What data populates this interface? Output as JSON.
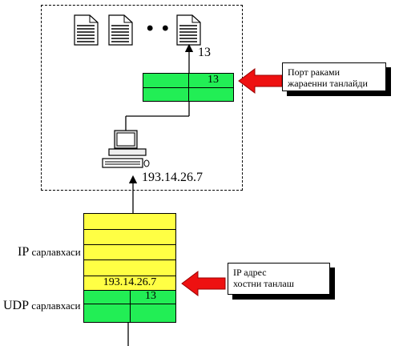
{
  "host_box": {
    "port_number": "13",
    "ip_address": "193.14.26.7",
    "ellipsis": "• • •"
  },
  "top_table": {
    "port_cell": "13"
  },
  "port_callout": {
    "line1": "Порт раками",
    "line2": "жараенни танлайди"
  },
  "packet": {
    "ip_header_label_prefix": "IP",
    "ip_header_label_suffix": "сарлавхаси",
    "udp_header_label_prefix": "UDP",
    "udp_header_label_suffix": "сарлавхаси",
    "ip_value": "193.14.26.7",
    "udp_port": "13"
  },
  "ip_callout": {
    "line1": "IP адрес",
    "line2": "хостни танлаш"
  },
  "colors": {
    "green": "#22ee55",
    "yellow": "#ffff44",
    "arrow_red": "#ee1111"
  }
}
